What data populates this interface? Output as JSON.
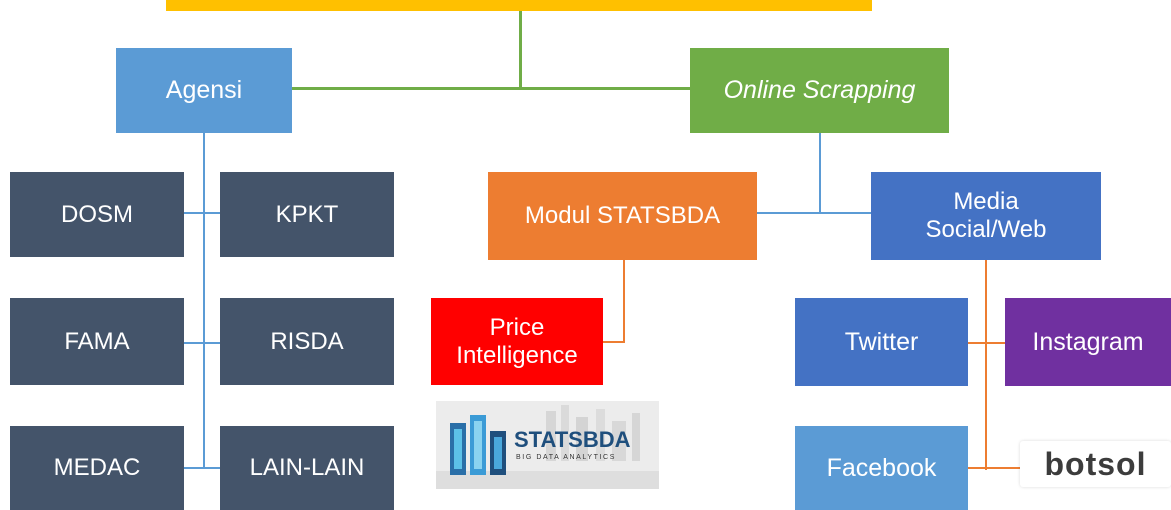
{
  "colors": {
    "top_bar": "#ffc000",
    "agensi": "#5b9bd5",
    "online": "#70ad47",
    "dark": "#44546a",
    "modul": "#ed7d31",
    "media": "#4472c4",
    "price": "#ff0000",
    "twitter": "#4472c4",
    "instagram": "#7030a0",
    "facebook": "#5b9bd5"
  },
  "nodes": {
    "agensi": "Agensi",
    "online_scrapping": "Online Scrapping",
    "dosm": "DOSM",
    "kpkt": "KPKT",
    "fama": "FAMA",
    "risda": "RISDA",
    "medac": "MEDAC",
    "lain_lain": "LAIN-LAIN",
    "modul_statsbda": "Modul STATSBDA",
    "media_line1": "Media",
    "media_line2": "Social/Web",
    "price_line1": "Price",
    "price_line2": "Intelligence",
    "twitter": "Twitter",
    "instagram": "Instagram",
    "facebook": "Facebook"
  },
  "logos": {
    "statsbda_name": "STATSBDA",
    "statsbda_tagline": "BIG DATA ANALYTICS",
    "botsol": "botsol"
  }
}
